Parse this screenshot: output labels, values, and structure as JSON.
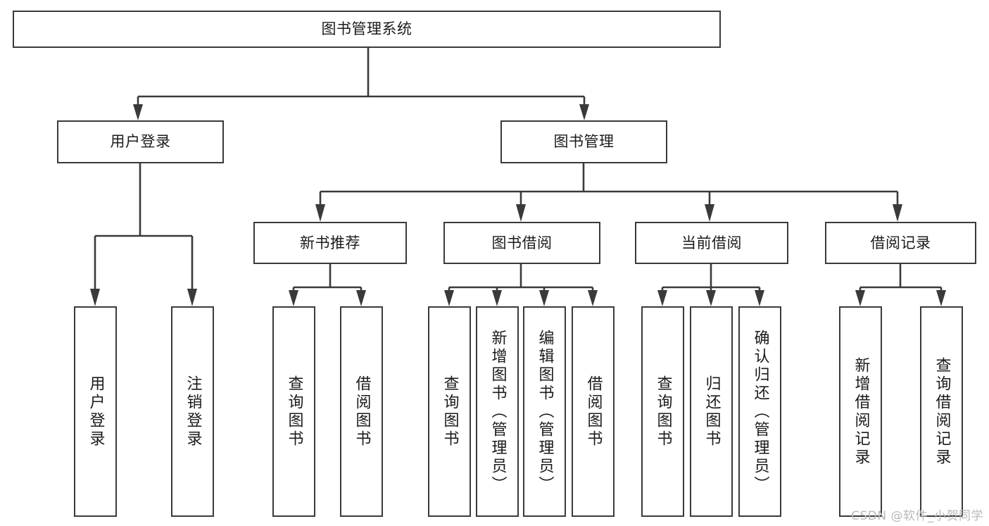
{
  "diagram": {
    "type": "tree",
    "title": "图书管理系统",
    "watermark": "CSDN @软件_小贺同学",
    "colors": {
      "background": "#ffffff",
      "stroke": "#3a3a3a",
      "text": "#1b1b1b",
      "watermark": "#b9b9b9"
    },
    "levels": {
      "root": "图书管理系统",
      "level2": [
        "用户登录",
        "图书管理"
      ],
      "level3": [
        "新书推荐",
        "图书借阅",
        "当前借阅",
        "借阅记录"
      ]
    },
    "nodes": {
      "root": {
        "label": "图书管理系统",
        "orientation": "horizontal"
      },
      "user_login": {
        "label": "用户登录",
        "orientation": "horizontal"
      },
      "book_manage": {
        "label": "图书管理",
        "orientation": "horizontal"
      },
      "new_book_rec": {
        "label": "新书推荐",
        "orientation": "horizontal"
      },
      "book_borrow": {
        "label": "图书借阅",
        "orientation": "horizontal"
      },
      "current_borrow": {
        "label": "当前借阅",
        "orientation": "horizontal"
      },
      "borrow_record": {
        "label": "借阅记录",
        "orientation": "horizontal"
      },
      "leaf_user_login": {
        "label": "用户登录",
        "orientation": "vertical"
      },
      "leaf_logout": {
        "label": "注销登录",
        "orientation": "vertical"
      },
      "leaf_query_book_1": {
        "label": "查询图书",
        "orientation": "vertical"
      },
      "leaf_borrow_book_1": {
        "label": "借阅图书",
        "orientation": "vertical"
      },
      "leaf_query_book_2": {
        "label": "查询图书",
        "orientation": "vertical"
      },
      "leaf_add_book": {
        "label": "新增图书（管理员）",
        "orientation": "vertical"
      },
      "leaf_edit_book": {
        "label": "编辑图书（管理员）",
        "orientation": "vertical"
      },
      "leaf_borrow_book_2": {
        "label": "借阅图书",
        "orientation": "vertical"
      },
      "leaf_query_book_3": {
        "label": "查询图书",
        "orientation": "vertical"
      },
      "leaf_return_book": {
        "label": "归还图书",
        "orientation": "vertical"
      },
      "leaf_confirm_return": {
        "label": "确认归还（管理员）",
        "orientation": "vertical"
      },
      "leaf_add_record": {
        "label": "新增借阅记录",
        "orientation": "vertical"
      },
      "leaf_query_record": {
        "label": "查询借阅记录",
        "orientation": "vertical"
      }
    },
    "edges": [
      {
        "from": "图书管理系统",
        "to": "用户登录"
      },
      {
        "from": "图书管理系统",
        "to": "图书管理"
      },
      {
        "from": "用户登录",
        "to": "用户登录"
      },
      {
        "from": "用户登录",
        "to": "注销登录"
      },
      {
        "from": "图书管理",
        "to": "新书推荐"
      },
      {
        "from": "图书管理",
        "to": "图书借阅"
      },
      {
        "from": "图书管理",
        "to": "当前借阅"
      },
      {
        "from": "图书管理",
        "to": "借阅记录"
      },
      {
        "from": "新书推荐",
        "to": "查询图书"
      },
      {
        "from": "新书推荐",
        "to": "借阅图书"
      },
      {
        "from": "图书借阅",
        "to": "查询图书"
      },
      {
        "from": "图书借阅",
        "to": "新增图书（管理员）"
      },
      {
        "from": "图书借阅",
        "to": "编辑图书（管理员）"
      },
      {
        "from": "图书借阅",
        "to": "借阅图书"
      },
      {
        "from": "当前借阅",
        "to": "查询图书"
      },
      {
        "from": "当前借阅",
        "to": "归还图书"
      },
      {
        "from": "当前借阅",
        "to": "确认归还（管理员）"
      },
      {
        "from": "借阅记录",
        "to": "新增借阅记录"
      },
      {
        "from": "借阅记录",
        "to": "查询借阅记录"
      }
    ]
  }
}
